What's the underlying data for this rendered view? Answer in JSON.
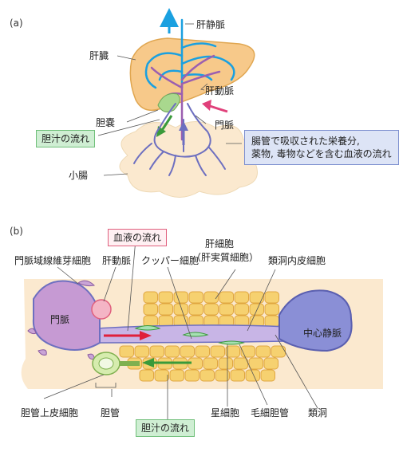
{
  "panel_a": {
    "label": "(a)",
    "labels": {
      "hepatic_vein": "肝静脈",
      "liver": "肝臓",
      "hepatic_artery": "肝動脈",
      "gallbladder": "胆嚢",
      "portal_vein": "門脈",
      "intestine": "小腸"
    },
    "bile_flow_box": "胆汁の流れ",
    "nutrient_box_line1": "腸管で吸収された栄養分,",
    "nutrient_box_line2": "薬物, 毒物などを含む血液の流れ"
  },
  "panel_b": {
    "label": "(b)",
    "labels": {
      "portal_fibroblast": "門脈域線維芽細胞",
      "hepatic_artery": "肝動脈",
      "kupffer": "クッパー細胞",
      "hepatocyte_line1": "肝細胞",
      "hepatocyte_line2": "（肝実質細胞）",
      "sinusoidal_endothelial": "類洞内皮細胞",
      "portal_vein": "門脈",
      "central_vein": "中心静脈",
      "cholangiocyte": "胆管上皮細胞",
      "bile_duct": "胆管",
      "stellate": "星細胞",
      "bile_canaliculus": "毛細胆管",
      "sinusoid": "類洞"
    },
    "blood_flow_box": "血液の流れ",
    "bile_flow_box": "胆汁の流れ"
  },
  "colors": {
    "liver_fill": "#f7c98a",
    "hepatic_vein_blue": "#1aa0e0",
    "portal_purple": "#9b5fb0",
    "arrow_green": "#3a9a3a",
    "arrow_red": "#e0203a",
    "arrow_pink": "#e0407a",
    "vein_blue": "#6d6fc0",
    "cell_yellow": "#f6d170",
    "intestine_cream": "#fbe9cf"
  }
}
